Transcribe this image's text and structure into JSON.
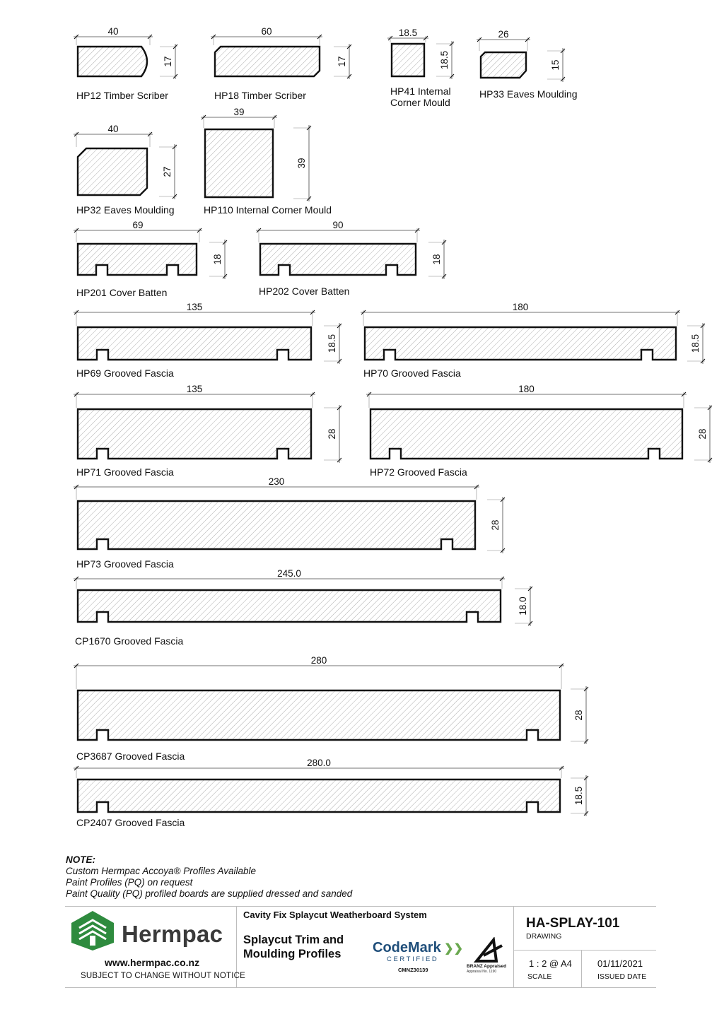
{
  "profiles": [
    {
      "label": "HP12 Timber Scriber",
      "width": "40",
      "height": "17"
    },
    {
      "label": "HP18 Timber Scriber",
      "width": "60",
      "height": "17"
    },
    {
      "label": [
        "HP41 Internal",
        "Corner Mould"
      ],
      "width": "18.5",
      "height": "18.5"
    },
    {
      "label": "HP33 Eaves Moulding",
      "width": "26",
      "height": "15"
    },
    {
      "label": "HP32 Eaves Moulding",
      "width": "40",
      "height": "27"
    },
    {
      "label": "HP110 Internal Corner Mould",
      "width": "39",
      "height": "39"
    },
    {
      "label": "HP201 Cover Batten",
      "width": "69",
      "height": "18"
    },
    {
      "label": "HP202 Cover Batten",
      "width": "90",
      "height": "18"
    },
    {
      "label": "HP69 Grooved Fascia",
      "width": "135",
      "height": "18.5"
    },
    {
      "label": "HP70 Grooved Fascia",
      "width": "180",
      "height": "18.5"
    },
    {
      "label": "HP71 Grooved Fascia",
      "width": "135",
      "height": "28"
    },
    {
      "label": "HP72 Grooved Fascia",
      "width": "180",
      "height": "28"
    },
    {
      "label": "HP73 Grooved Fascia",
      "width": "230",
      "height": "28"
    },
    {
      "label": "CP1670 Grooved Fascia",
      "width": "245.0",
      "height": "18.0"
    },
    {
      "label": "CP3687 Grooved Fascia",
      "width": "280",
      "height": "28"
    },
    {
      "label": "CP2407 Grooved Fascia",
      "width": "280.0",
      "height": "18.5"
    }
  ],
  "note": {
    "heading": "NOTE:",
    "lines": [
      "Custom Hermpac Accoya® Profiles Available",
      "Paint Profiles (PQ) on request",
      "Paint Quality (PQ) profiled boards are supplied dressed and sanded"
    ]
  },
  "title_block": {
    "brand": "Hermpac",
    "website": "www.hermpac.co.nz",
    "subject": "SUBJECT TO CHANGE WITHOUT NOTICE",
    "system": "Cavity Fix Splaycut Weatherboard System",
    "title": "Splaycut Trim and Moulding Profiles",
    "codemark": "CodeMark",
    "codemark_certified": "CERTIFIED",
    "codemark_number": "CMNZ30139",
    "branz": "BRANZ Appraised",
    "branz_number": "Appraisal No. 1190",
    "drawing_number": "HA-SPLAY-101",
    "drawing_label": "DRAWING",
    "scale": "1 : 2 @ A4",
    "scale_label": "SCALE",
    "issued_date": "01/11/2021",
    "issued_label": "ISSUED DATE"
  },
  "colors": {
    "brand_green": "#2e8b3e",
    "codemark_blue": "#1f4e7a"
  }
}
